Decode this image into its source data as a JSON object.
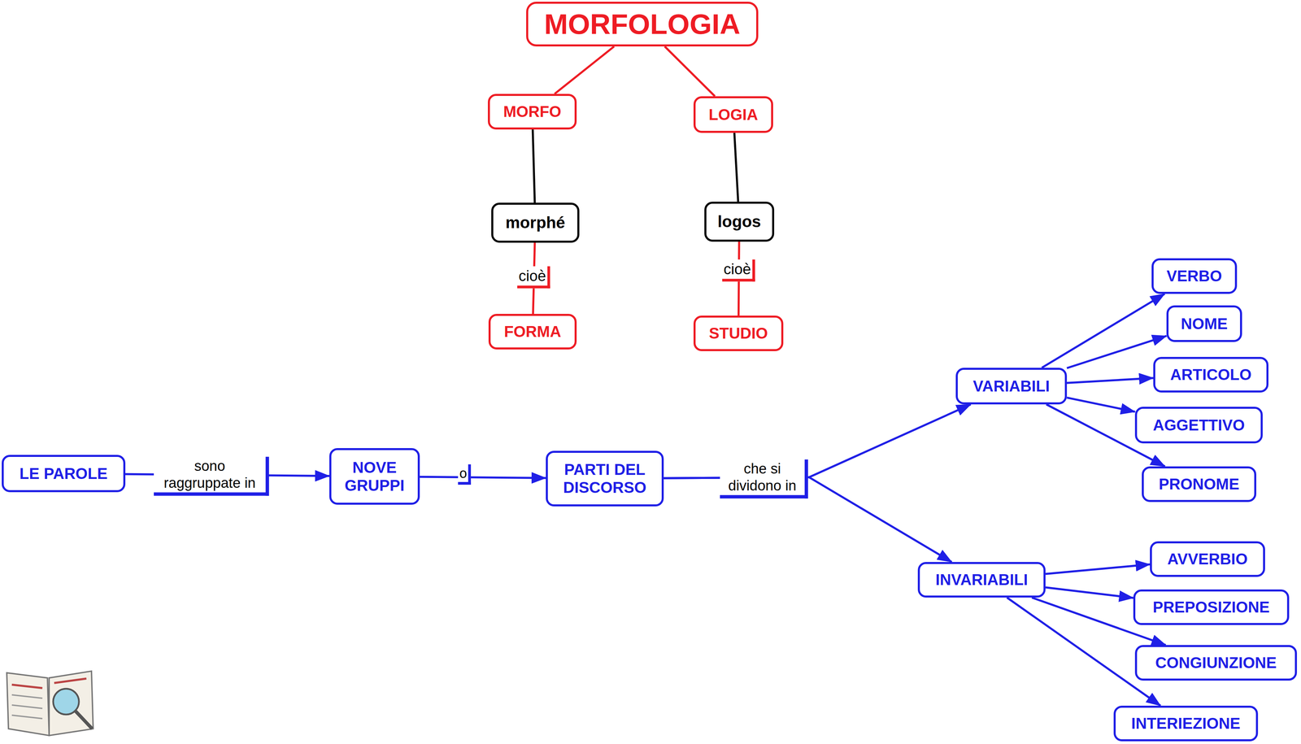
{
  "diagram": {
    "nodes": [
      {
        "text": [
          "MORFOLOGIA"
        ]
      },
      {
        "text": [
          "MORFO"
        ]
      },
      {
        "text": [
          "LOGIA"
        ]
      },
      {
        "text": [
          "morphé"
        ]
      },
      {
        "text": [
          "logos"
        ]
      },
      {
        "text": [
          "FORMA"
        ]
      },
      {
        "text": [
          "STUDIO"
        ]
      },
      {
        "text": [
          "LE PAROLE"
        ]
      },
      {
        "text": [
          "NOVE GRUPPI"
        ]
      },
      {
        "text": [
          "PARTI DEL DISCORSO"
        ]
      },
      {
        "text": [
          "VARIABILI"
        ]
      },
      {
        "text": [
          "INVARIABILI"
        ]
      },
      {
        "text": [
          "VERBO"
        ]
      },
      {
        "text": [
          "NOME"
        ]
      },
      {
        "text": [
          "ARTICOLO"
        ]
      },
      {
        "text": [
          "AGGETTIVO"
        ]
      },
      {
        "text": [
          "PRONOME"
        ]
      },
      {
        "text": [
          "AVVERBIO"
        ]
      },
      {
        "text": [
          "PREPOSIZIONE"
        ]
      },
      {
        "text": [
          "CONGIUNZIONE"
        ]
      },
      {
        "text": [
          "INTERIEZIONE"
        ]
      }
    ],
    "edges": [
      {
        "from": 0,
        "to": 1,
        "arrow": "none"
      },
      {
        "from": 0,
        "to": 2,
        "arrow": "none"
      },
      {
        "from": 1,
        "to": 3,
        "arrow": "none"
      },
      {
        "from": 2,
        "to": 4,
        "arrow": "none"
      },
      {
        "from": 3,
        "to": 5,
        "label": "cioè",
        "arrow": "none"
      },
      {
        "from": 4,
        "to": 6,
        "label": "cioè",
        "arrow": "none"
      },
      {
        "from": 7,
        "to": 8,
        "label": "sono raggruppate in",
        "arrow": "to"
      },
      {
        "from": 8,
        "to": 9,
        "label": "o",
        "arrow": "to"
      },
      {
        "from": 9,
        "to": 10,
        "label": "che si dividono in",
        "arrow": "to"
      },
      {
        "from": 9,
        "to": 11,
        "arrow": "to"
      },
      {
        "from": 10,
        "to": 12,
        "arrow": "to"
      },
      {
        "from": 10,
        "to": 13,
        "arrow": "to"
      },
      {
        "from": 10,
        "to": 14,
        "arrow": "to"
      },
      {
        "from": 10,
        "to": 15,
        "arrow": "to"
      },
      {
        "from": 10,
        "to": 16,
        "arrow": "to"
      },
      {
        "from": 11,
        "to": 17,
        "arrow": "to"
      },
      {
        "from": 11,
        "to": 18,
        "arrow": "to"
      },
      {
        "from": 11,
        "to": 19,
        "arrow": "to"
      },
      {
        "from": 11,
        "to": 20,
        "arrow": "to"
      }
    ]
  }
}
